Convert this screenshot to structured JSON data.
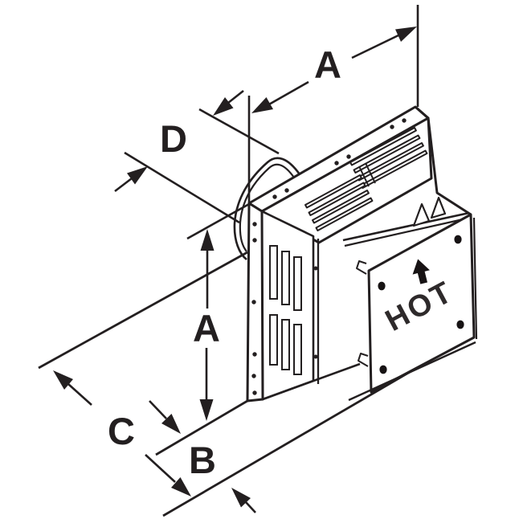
{
  "diagram": {
    "background": "#ffffff",
    "line_color": "#231f20",
    "labels": {
      "top_depth": "A",
      "height": "A",
      "width": "B",
      "base_offset": "C",
      "collar_diameter": "D"
    },
    "plate": {
      "text": "HOT",
      "text_color": "#2e2a2b",
      "screw_color": "#171314",
      "icon": "up-arrow-icon"
    }
  }
}
